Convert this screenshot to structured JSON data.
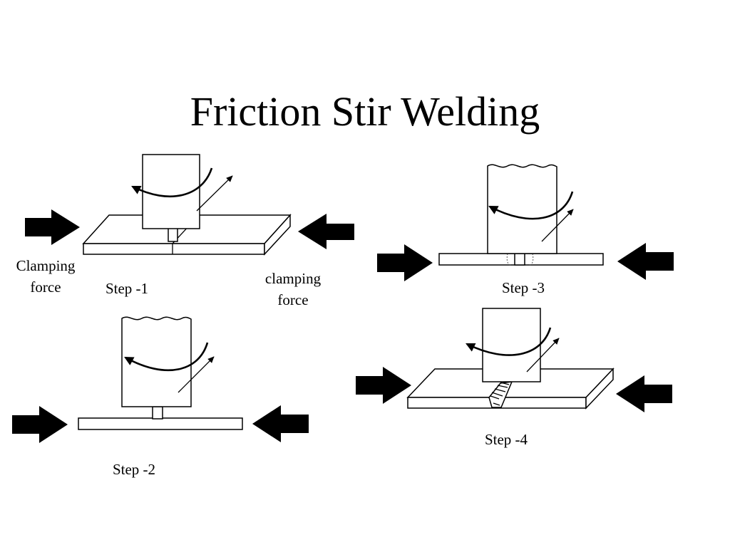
{
  "title": "Friction Stir Welding",
  "labels": {
    "step1": "Step -1",
    "step2": "Step -2",
    "step3": "Step -3",
    "step4": "Step -4",
    "clamping_force_left_line1": "Clamping",
    "clamping_force_left_line2": "force",
    "clamping_force_right_line1": "clamping",
    "clamping_force_right_line2": "force"
  }
}
